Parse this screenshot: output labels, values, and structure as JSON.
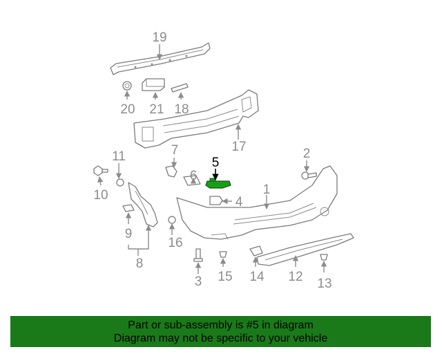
{
  "diagram": {
    "highlighted_part": "5",
    "highlight_color": "#1a9e1a",
    "callouts": {
      "c1": "1",
      "c2": "2",
      "c3": "3",
      "c4": "4",
      "c5": "5",
      "c6": "6",
      "c7": "7",
      "c8": "8",
      "c9": "9",
      "c10": "10",
      "c11": "11",
      "c12": "12",
      "c13": "13",
      "c14": "14",
      "c15": "15",
      "c16": "16",
      "c17": "17",
      "c18": "18",
      "c19": "19",
      "c20": "20",
      "c21": "21"
    }
  },
  "banner": {
    "background": "#1a7a1a",
    "line1": "Part or sub-assembly is #5 in diagram",
    "line2": "Diagram may not be specific to your vehicle"
  }
}
